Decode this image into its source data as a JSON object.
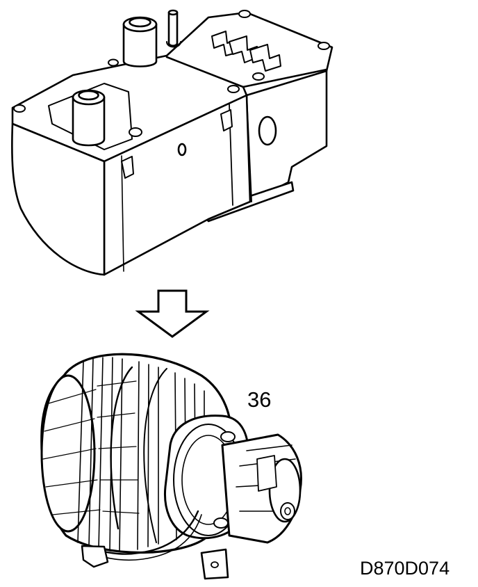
{
  "figure": {
    "part_number": "36",
    "figure_code": "D870D074"
  },
  "parts": {
    "upper": "heater-unit",
    "arrow": "down-arrow-icon",
    "lower": "blower-fan-motor"
  }
}
